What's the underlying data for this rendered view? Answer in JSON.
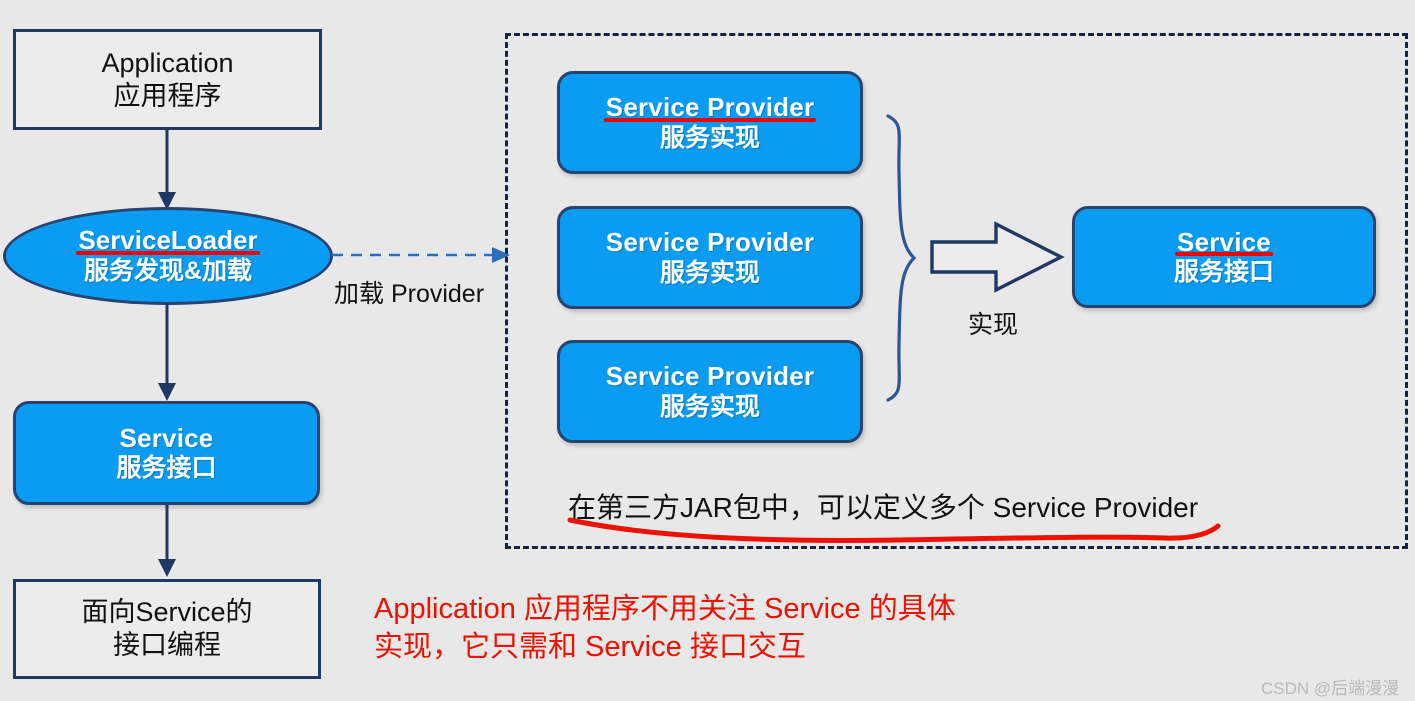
{
  "meta": {
    "background_color": "#e8e8e8",
    "blue": "#0a9cf2",
    "dark_navy": "#1f3864",
    "red": "#ee1100",
    "watermark": "CSDN @后端漫漫"
  },
  "left_flow": {
    "application": {
      "line1": "Application",
      "line2": "应用程序"
    },
    "service_loader": {
      "line1": "ServiceLoader",
      "line2": "服务发现&加载",
      "underline": true
    },
    "service": {
      "line1": "Service",
      "line2": "服务接口"
    },
    "programming": {
      "line1": "面向Service的",
      "line2": "接口编程"
    }
  },
  "connector": {
    "load_provider_label": "加载 Provider"
  },
  "jar_box": {
    "providers": [
      {
        "line1": "Service Provider",
        "line2": "服务实现",
        "underline": true
      },
      {
        "line1": "Service Provider",
        "line2": "服务实现",
        "underline": false
      },
      {
        "line1": "Service Provider",
        "line2": "服务实现",
        "underline": false
      }
    ],
    "caption": "在第三方JAR包中，可以定义多个 Service Provider",
    "implements_label": "实现",
    "service_interface": {
      "line1": "Service",
      "line2": "服务接口",
      "underline": true
    }
  },
  "note": {
    "line1": "Application 应用程序不用关注 Service 的具体",
    "line2": "实现，它只需和 Service 接口交互"
  }
}
